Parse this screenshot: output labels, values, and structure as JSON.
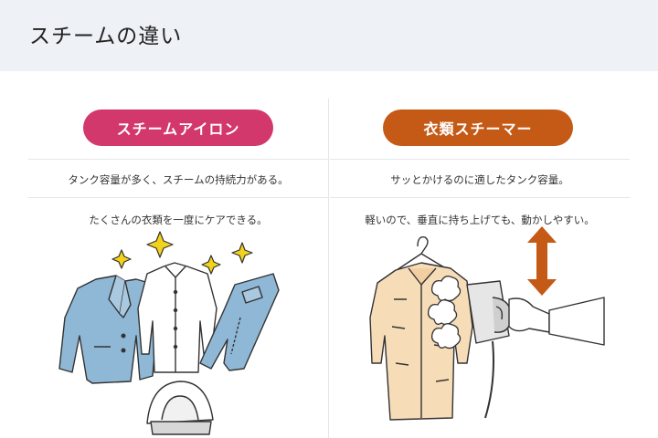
{
  "header": {
    "title": "スチームの違い"
  },
  "columns": [
    {
      "label": "スチームアイロン",
      "feature1": "タンク容量が多く、スチームの持続力がある。",
      "feature2": "たくさんの衣類を一度にケアできる。",
      "color": "#d2386c"
    },
    {
      "label": "衣類スチーマー",
      "feature1": "サッとかけるのに適したタンク容量。",
      "feature2": "軽いので、垂直に持ち上げても、動かしやすい。",
      "color": "#c45a16"
    }
  ]
}
